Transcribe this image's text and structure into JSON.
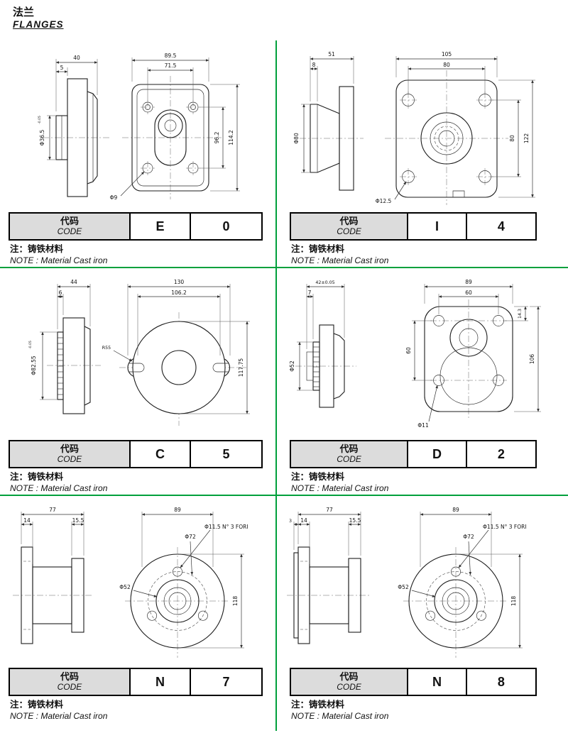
{
  "page": {
    "title_zh": "法兰",
    "title_en": "FLANGES"
  },
  "code_table": {
    "label_zh": "代码",
    "label_en": "CODE"
  },
  "note": {
    "zh": "注：铸铁材料",
    "en": "NOTE :   Material Cast iron"
  },
  "accent_color": "#00a03c",
  "cells": [
    {
      "id": "E0",
      "letter": "E",
      "number": "0",
      "dims": {
        "side_w": "40",
        "side_t": "5",
        "side_dia": "Φ36.5",
        "side_dia_tol": "-0.05",
        "front_w": "89.5",
        "front_bolt_w": "71.5",
        "front_bolt_h": "96.2",
        "front_h": "114.2",
        "hole": "Φ9"
      }
    },
    {
      "id": "I4",
      "letter": "I",
      "number": "4",
      "dims": {
        "side_w": "51",
        "side_t": "8",
        "side_dia": "Φ80",
        "front_w": "105",
        "front_bolt_w": "80",
        "front_bolt_h": "80",
        "front_h": "122",
        "hole": "Φ12.5"
      }
    },
    {
      "id": "C5",
      "letter": "C",
      "number": "5",
      "dims": {
        "side_w": "44",
        "side_t": "6",
        "side_dia": "Φ82.55",
        "side_dia_tol": "-0.05",
        "front_w": "130",
        "front_bolt_w": "106.2",
        "front_h": "117.75",
        "radius": "R55"
      }
    },
    {
      "id": "D2",
      "letter": "D",
      "number": "2",
      "dims": {
        "side_w": "42±0.05",
        "side_t": "7",
        "side_dia": "Φ52",
        "front_w": "89",
        "front_bolt_w": "60",
        "front_top": "14.3",
        "front_h": "106",
        "front_bolt_h": "60",
        "hole": "Φ11"
      }
    },
    {
      "id": "N7",
      "letter": "N",
      "number": "7",
      "dims": {
        "side_w": "77",
        "side_t1": "14",
        "side_t2": "15.5",
        "front_w": "89",
        "bolt_circle": "Φ72",
        "pilot": "Φ52",
        "holes": "Φ11.5 N° 3 FORI",
        "front_h": "118"
      }
    },
    {
      "id": "N8",
      "letter": "N",
      "number": "8",
      "dims": {
        "side_t0": "3",
        "side_w": "77",
        "side_t1": "14",
        "side_t2": "15.5",
        "front_w": "89",
        "bolt_circle": "Φ72",
        "pilot": "Φ52",
        "holes": "Φ11.5 N° 3 FORI",
        "front_h": "118"
      }
    }
  ]
}
